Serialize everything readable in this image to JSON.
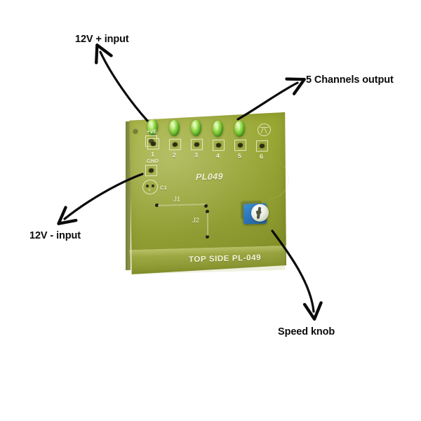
{
  "scene": {
    "title": "PL049 5-channel LED driver board with callout annotations",
    "background_color": "#ffffff"
  },
  "annotations": [
    {
      "id": "a1",
      "label": "12V + input",
      "name": "annotation-12v-plus-input"
    },
    {
      "id": "a2",
      "label": "5 Channels output",
      "name": "annotation-5-channels-output"
    },
    {
      "id": "a3",
      "label": "12V - input",
      "name": "annotation-12v-minus-input"
    },
    {
      "id": "a4",
      "label": "Speed knob",
      "name": "annotation-speed-knob"
    }
  ],
  "board": {
    "color": "#93a32d",
    "silkscreen_color": "#eef2d6",
    "bottom_text": "TOP SIDE  PL-049",
    "center_text": "PL049",
    "labels": {
      "positive_pad": "+VE",
      "ground_pad": "GND",
      "capacitor": "C1",
      "jumper_1": "J1",
      "jumper_2": "J2"
    },
    "output_pads": [
      {
        "number": "1",
        "has_led": true
      },
      {
        "number": "2",
        "has_led": true
      },
      {
        "number": "3",
        "has_led": true
      },
      {
        "number": "4",
        "has_led": true
      },
      {
        "number": "5",
        "has_led": true
      },
      {
        "number": "6",
        "has_led": false
      }
    ],
    "components": {
      "potentiometer": {
        "name": "speed-knob-potentiometer",
        "body_color": "#2f79bd",
        "knob_color": "#eceee4"
      },
      "led_color": "#83d13c"
    }
  }
}
